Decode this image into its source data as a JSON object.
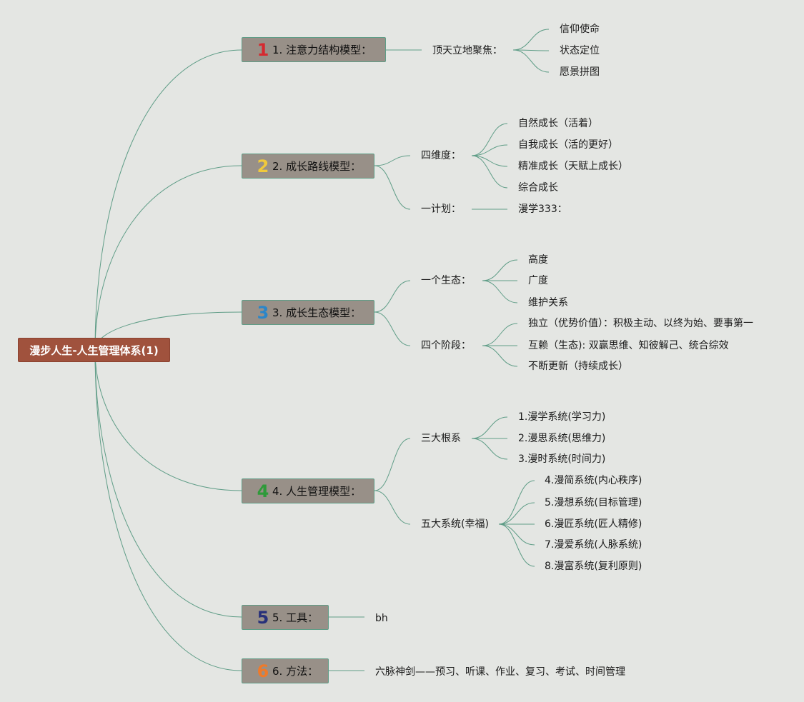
{
  "root": {
    "title": "漫步人生-人生管理体系(1)"
  },
  "colors": {
    "line": "#5f9d87",
    "background": "#e4e6e3",
    "root": "#a0523d",
    "topic": "#989088"
  },
  "topics": [
    {
      "num": "1",
      "num_color": "#d52a30",
      "title": "1. 注意力结构模型：",
      "children": [
        {
          "label": "顶天立地聚焦：",
          "children": [
            "信仰使命",
            "状态定位",
            "愿景拼图"
          ]
        }
      ]
    },
    {
      "num": "2",
      "num_color": "#f0c93c",
      "title": "2. 成长路线模型：",
      "children": [
        {
          "label": "四维度：",
          "children": [
            "自然成长（活着）",
            "自我成长（活的更好）",
            "精准成长（天赋上成长）",
            "综合成长"
          ]
        },
        {
          "label": "一计划：",
          "children": [
            "漫学333："
          ]
        }
      ]
    },
    {
      "num": "3",
      "num_color": "#2b86c9",
      "title": "3. 成长生态模型：",
      "children": [
        {
          "label": "一个生态：",
          "children": [
            "高度",
            "广度",
            "维护关系"
          ]
        },
        {
          "label": "四个阶段：",
          "children": [
            "独立（优势价值）：积极主动、以终为始、要事第一",
            "互赖（生态): 双赢思维、知彼解己、统合综效",
            "不断更新（持续成长）"
          ]
        }
      ]
    },
    {
      "num": "4",
      "num_color": "#2f9a3a",
      "title": "4. 人生管理模型：",
      "children": [
        {
          "label": "三大根系",
          "children": [
            "1.漫学系统(学习力)",
            "2.漫思系统(思维力)",
            "3.漫时系统(时间力)"
          ]
        },
        {
          "label": "五大系统(幸福)",
          "children": [
            "4.漫简系统(内心秩序)",
            "5.漫想系统(目标管理)",
            "6.漫匠系统(匠人精修)",
            "7.漫爱系统(人脉系统)",
            "8.漫富系统(复利原则)"
          ]
        }
      ]
    },
    {
      "num": "5",
      "num_color": "#27307a",
      "title": "5. 工具：",
      "children": [
        {
          "label": "bh",
          "children": []
        }
      ]
    },
    {
      "num": "6",
      "num_color": "#ef7a2a",
      "title": "6. 方法：",
      "children": [
        {
          "label": "六脉神剑——预习、听课、作业、复习、考试、时间管理",
          "children": []
        }
      ]
    }
  ]
}
